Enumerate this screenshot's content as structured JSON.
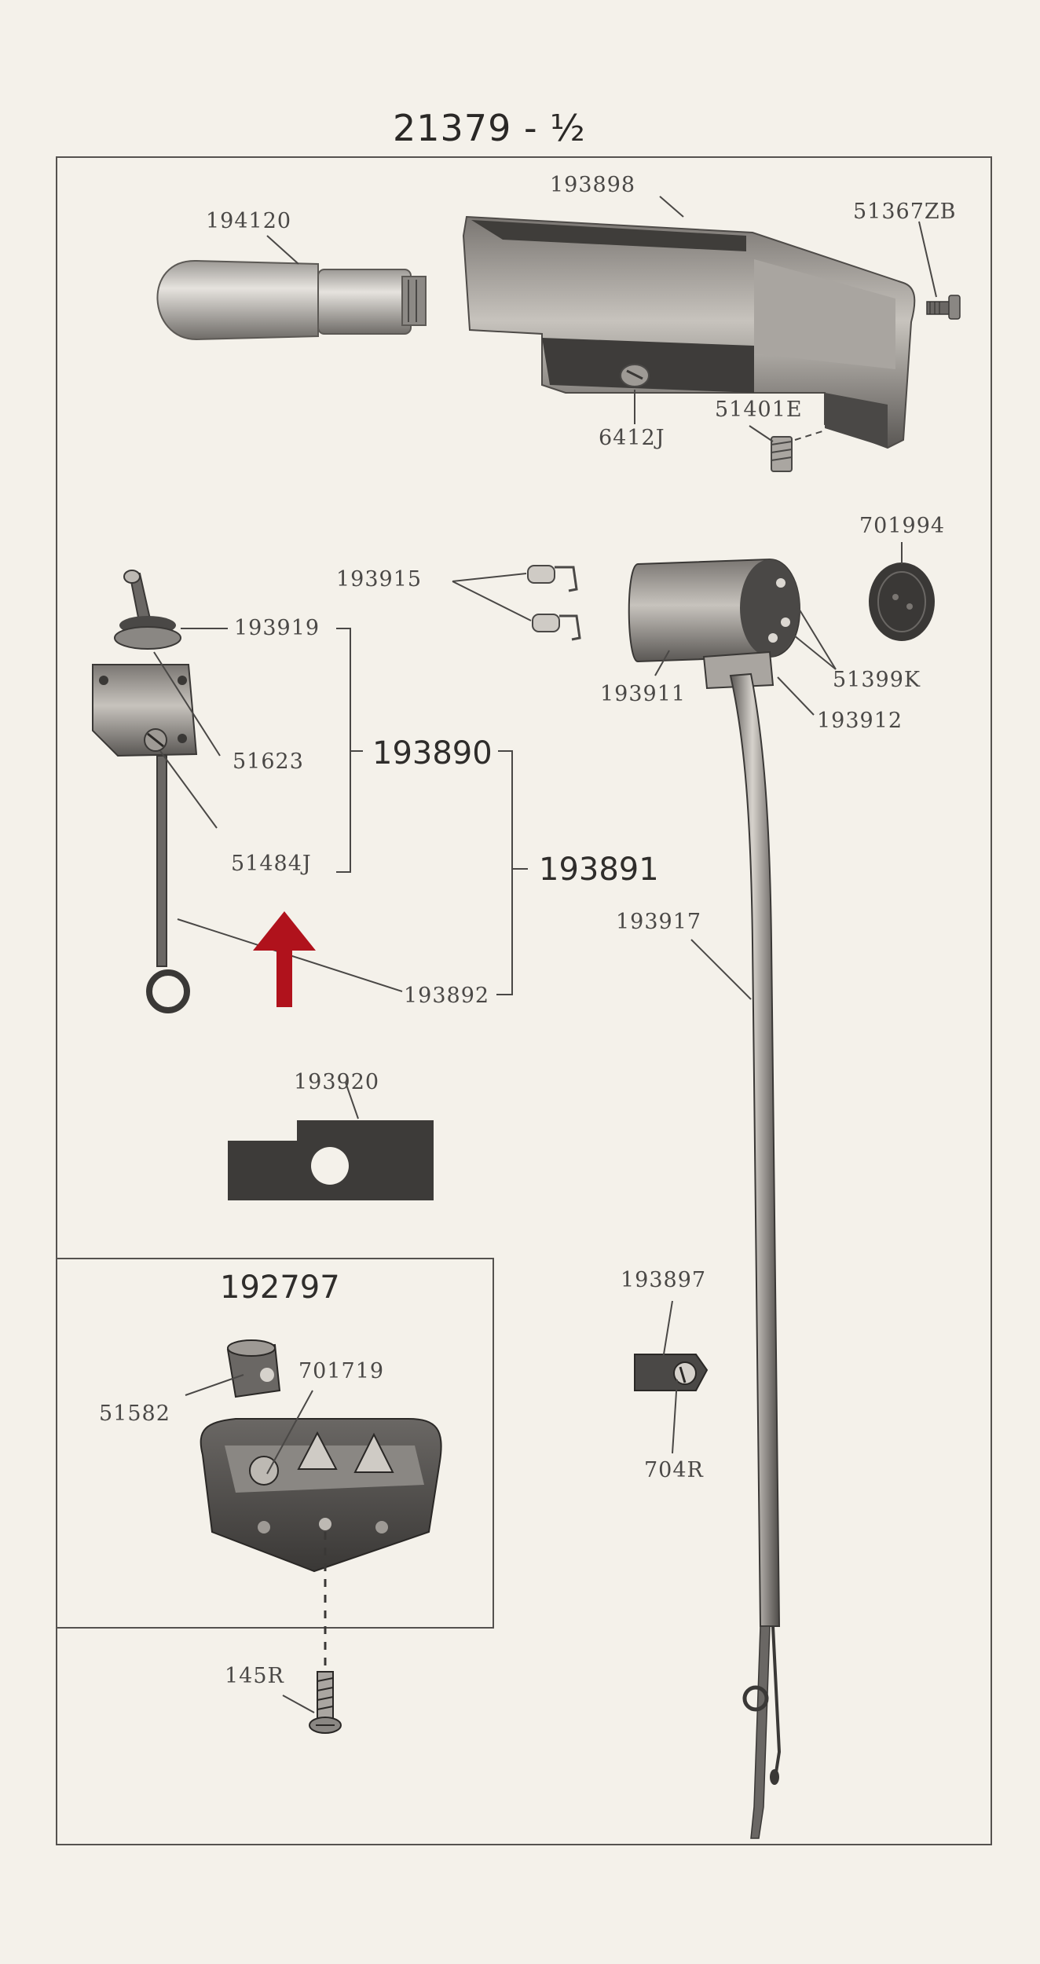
{
  "page": {
    "title": "21379 - ½"
  },
  "parts": {
    "bulb": "194120",
    "housing": "193898",
    "housing_screw_right": "51367ZB",
    "housing_screw_bottom": "6412J",
    "housing_setscrew": "51401E",
    "terminal_clip": "193915",
    "switch_nut": "193919",
    "switch_washer": "51623",
    "switch_screw": "51484J",
    "switch_lead": "193892",
    "switch_assembly": "193890",
    "switch_group": "193891",
    "plate": "193920",
    "lamp_socket": "193911",
    "socket_bracket": "193912",
    "socket_terminal": "51399K",
    "insulator_disc": "701994",
    "socket_cable": "193917",
    "cable_clamp": "193897",
    "clamp_screw": "704R",
    "terminal_block": "192797",
    "block_nut": "51582",
    "block_insert": "701719",
    "block_screw": "145R"
  },
  "colors": {
    "paper": "#f4f1ea",
    "ink": "#4a4846",
    "part_dark": "#3d3b39",
    "arrow": "#b0121c"
  }
}
